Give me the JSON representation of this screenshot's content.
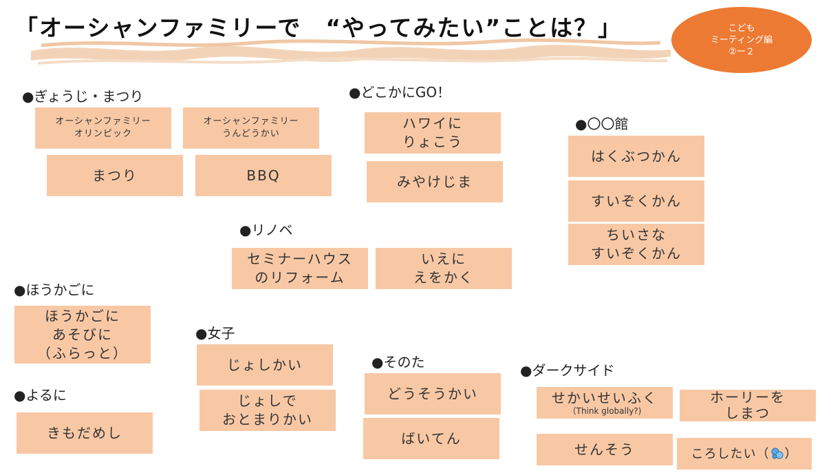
{
  "title": "「オーシャンファミリーで　“やってみたい”ことは？」",
  "badge": {
    "line1": "こども",
    "line2": "ミーティング編",
    "line3": "②ー２"
  },
  "sections": {
    "gyouji": {
      "heading": "●ぎょうじ・まつり",
      "cards": [
        {
          "line1": "オーシャンファミリー",
          "line2": "オリンピック"
        },
        {
          "line1": "オーシャンファミリー",
          "line2": "うんどうかい"
        },
        {
          "line1": "まつり"
        },
        {
          "line1": "BBQ"
        }
      ]
    },
    "dokoka": {
      "heading": "●どこかにGO！",
      "cards": [
        {
          "line1": "ハワイに",
          "line2": "りょこう"
        },
        {
          "line1": "みやけじま"
        }
      ]
    },
    "kan": {
      "heading": "●〇〇館",
      "cards": [
        {
          "line1": "はくぶつかん"
        },
        {
          "line1": "すいぞくかん"
        },
        {
          "line1": "ちいさな",
          "line2": "すいぞくかん"
        }
      ]
    },
    "renobe": {
      "heading": "●リノベ",
      "cards": [
        {
          "line1": "セミナーハウス",
          "line2": "のリフォーム"
        },
        {
          "line1": "いえに",
          "line2": "えをかく"
        }
      ]
    },
    "houkago": {
      "heading": "●ほうかごに",
      "cards": [
        {
          "line1": "ほうかごに",
          "line2": "あそびに",
          "line3": "（ふらっと）"
        }
      ]
    },
    "yoru": {
      "heading": "●よるに",
      "cards": [
        {
          "line1": "きもだめし"
        }
      ]
    },
    "joshi": {
      "heading": "●女子",
      "cards": [
        {
          "line1": "じょしかい"
        },
        {
          "line1": "じょしで",
          "line2": "おとまりかい"
        }
      ]
    },
    "sonota": {
      "heading": "●そのた",
      "cards": [
        {
          "line1": "どうそうかい"
        },
        {
          "line1": "ばいてん"
        }
      ]
    },
    "dark": {
      "heading": "●ダークサイド",
      "cards": [
        {
          "line1": "せかいせいふく",
          "sub": "（Think globally?)"
        },
        {
          "line1": "ホーリーを",
          "line2": "しまつ"
        },
        {
          "line1": "せんそう"
        },
        {
          "line1": "ころしたい（",
          "line2": "）"
        }
      ]
    }
  },
  "colors": {
    "card": "#f8c8a5",
    "badge": "#ec7a33",
    "brush": "#f3d3b8"
  },
  "icons": {
    "emoji": "blue-droplets-icon"
  }
}
